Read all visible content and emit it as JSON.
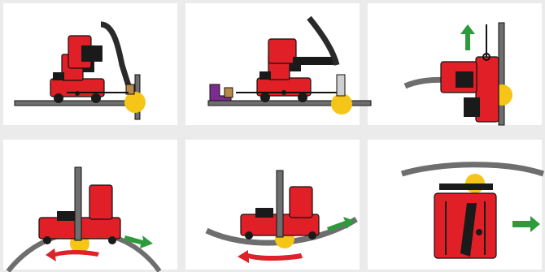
{
  "colors": {
    "background": "#ebebeb",
    "panel": "#ffffff",
    "machine_red": "#e01f26",
    "machine_dark": "#1a1a1a",
    "rail_grey": "#6e6e6e",
    "weld_spot": "#f5c518",
    "arrow_green": "#2e9a3c",
    "arrow_red": "#e0202a",
    "fixture_purple": "#7b2c8f",
    "block_brown": "#b98a45"
  },
  "panels": [
    {
      "scene": "horizontal-fillet-weld",
      "direction_arrow": "none"
    },
    {
      "scene": "horizontal-flat-weld-with-magnet-fixture",
      "direction_arrow": "none"
    },
    {
      "scene": "vertical-weld-on-wall",
      "direction_arrow": "up"
    },
    {
      "scene": "outer-pipe-weld",
      "direction_arrow": "right-and-left"
    },
    {
      "scene": "inner-pipe-weld",
      "direction_arrow": "right-and-left"
    },
    {
      "scene": "overhead-pipe-weld",
      "direction_arrow": "right"
    }
  ],
  "icons": [
    "welding-carriage-icon",
    "welding-torch-icon",
    "weld-arc-icon",
    "direction-arrow-icon"
  ]
}
